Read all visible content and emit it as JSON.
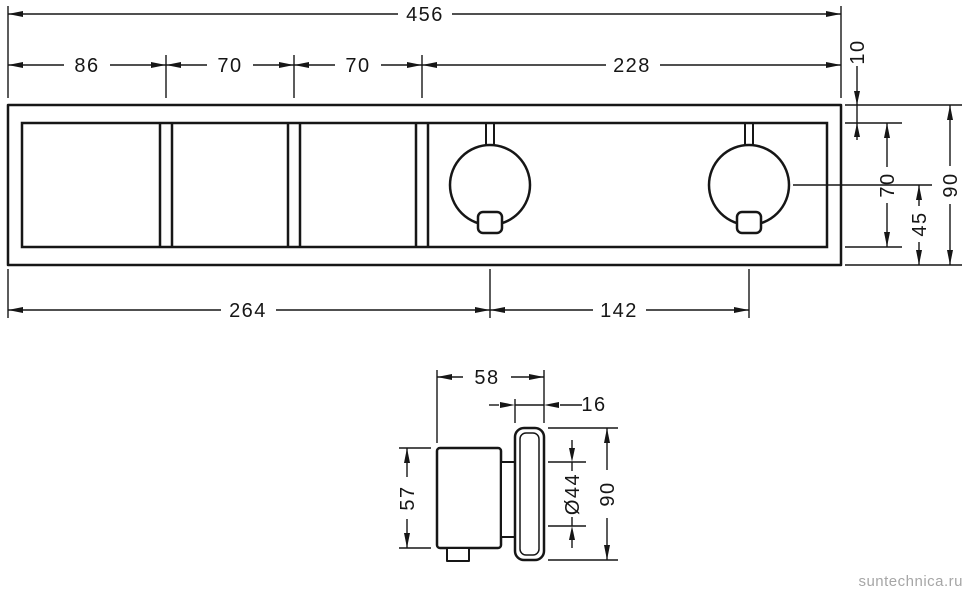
{
  "front_view": {
    "dim_overall_width": "456",
    "dim_segments": [
      "86",
      "70",
      "70",
      "228"
    ],
    "dim_top_band": "10",
    "dim_inner_height": "70",
    "dim_handle_center_from_bottom": "45",
    "dim_overall_height": "90",
    "dim_left_edge_to_handle_center": "264",
    "dim_handle_center_spacing": "142"
  },
  "side_view": {
    "dim_depth_to_plate_face": "58",
    "dim_plate_thickness": "16",
    "dim_body_height": "57",
    "dim_handle_diameter": "Ø44",
    "dim_plate_height": "90"
  },
  "watermark": "suntechnica.ru"
}
